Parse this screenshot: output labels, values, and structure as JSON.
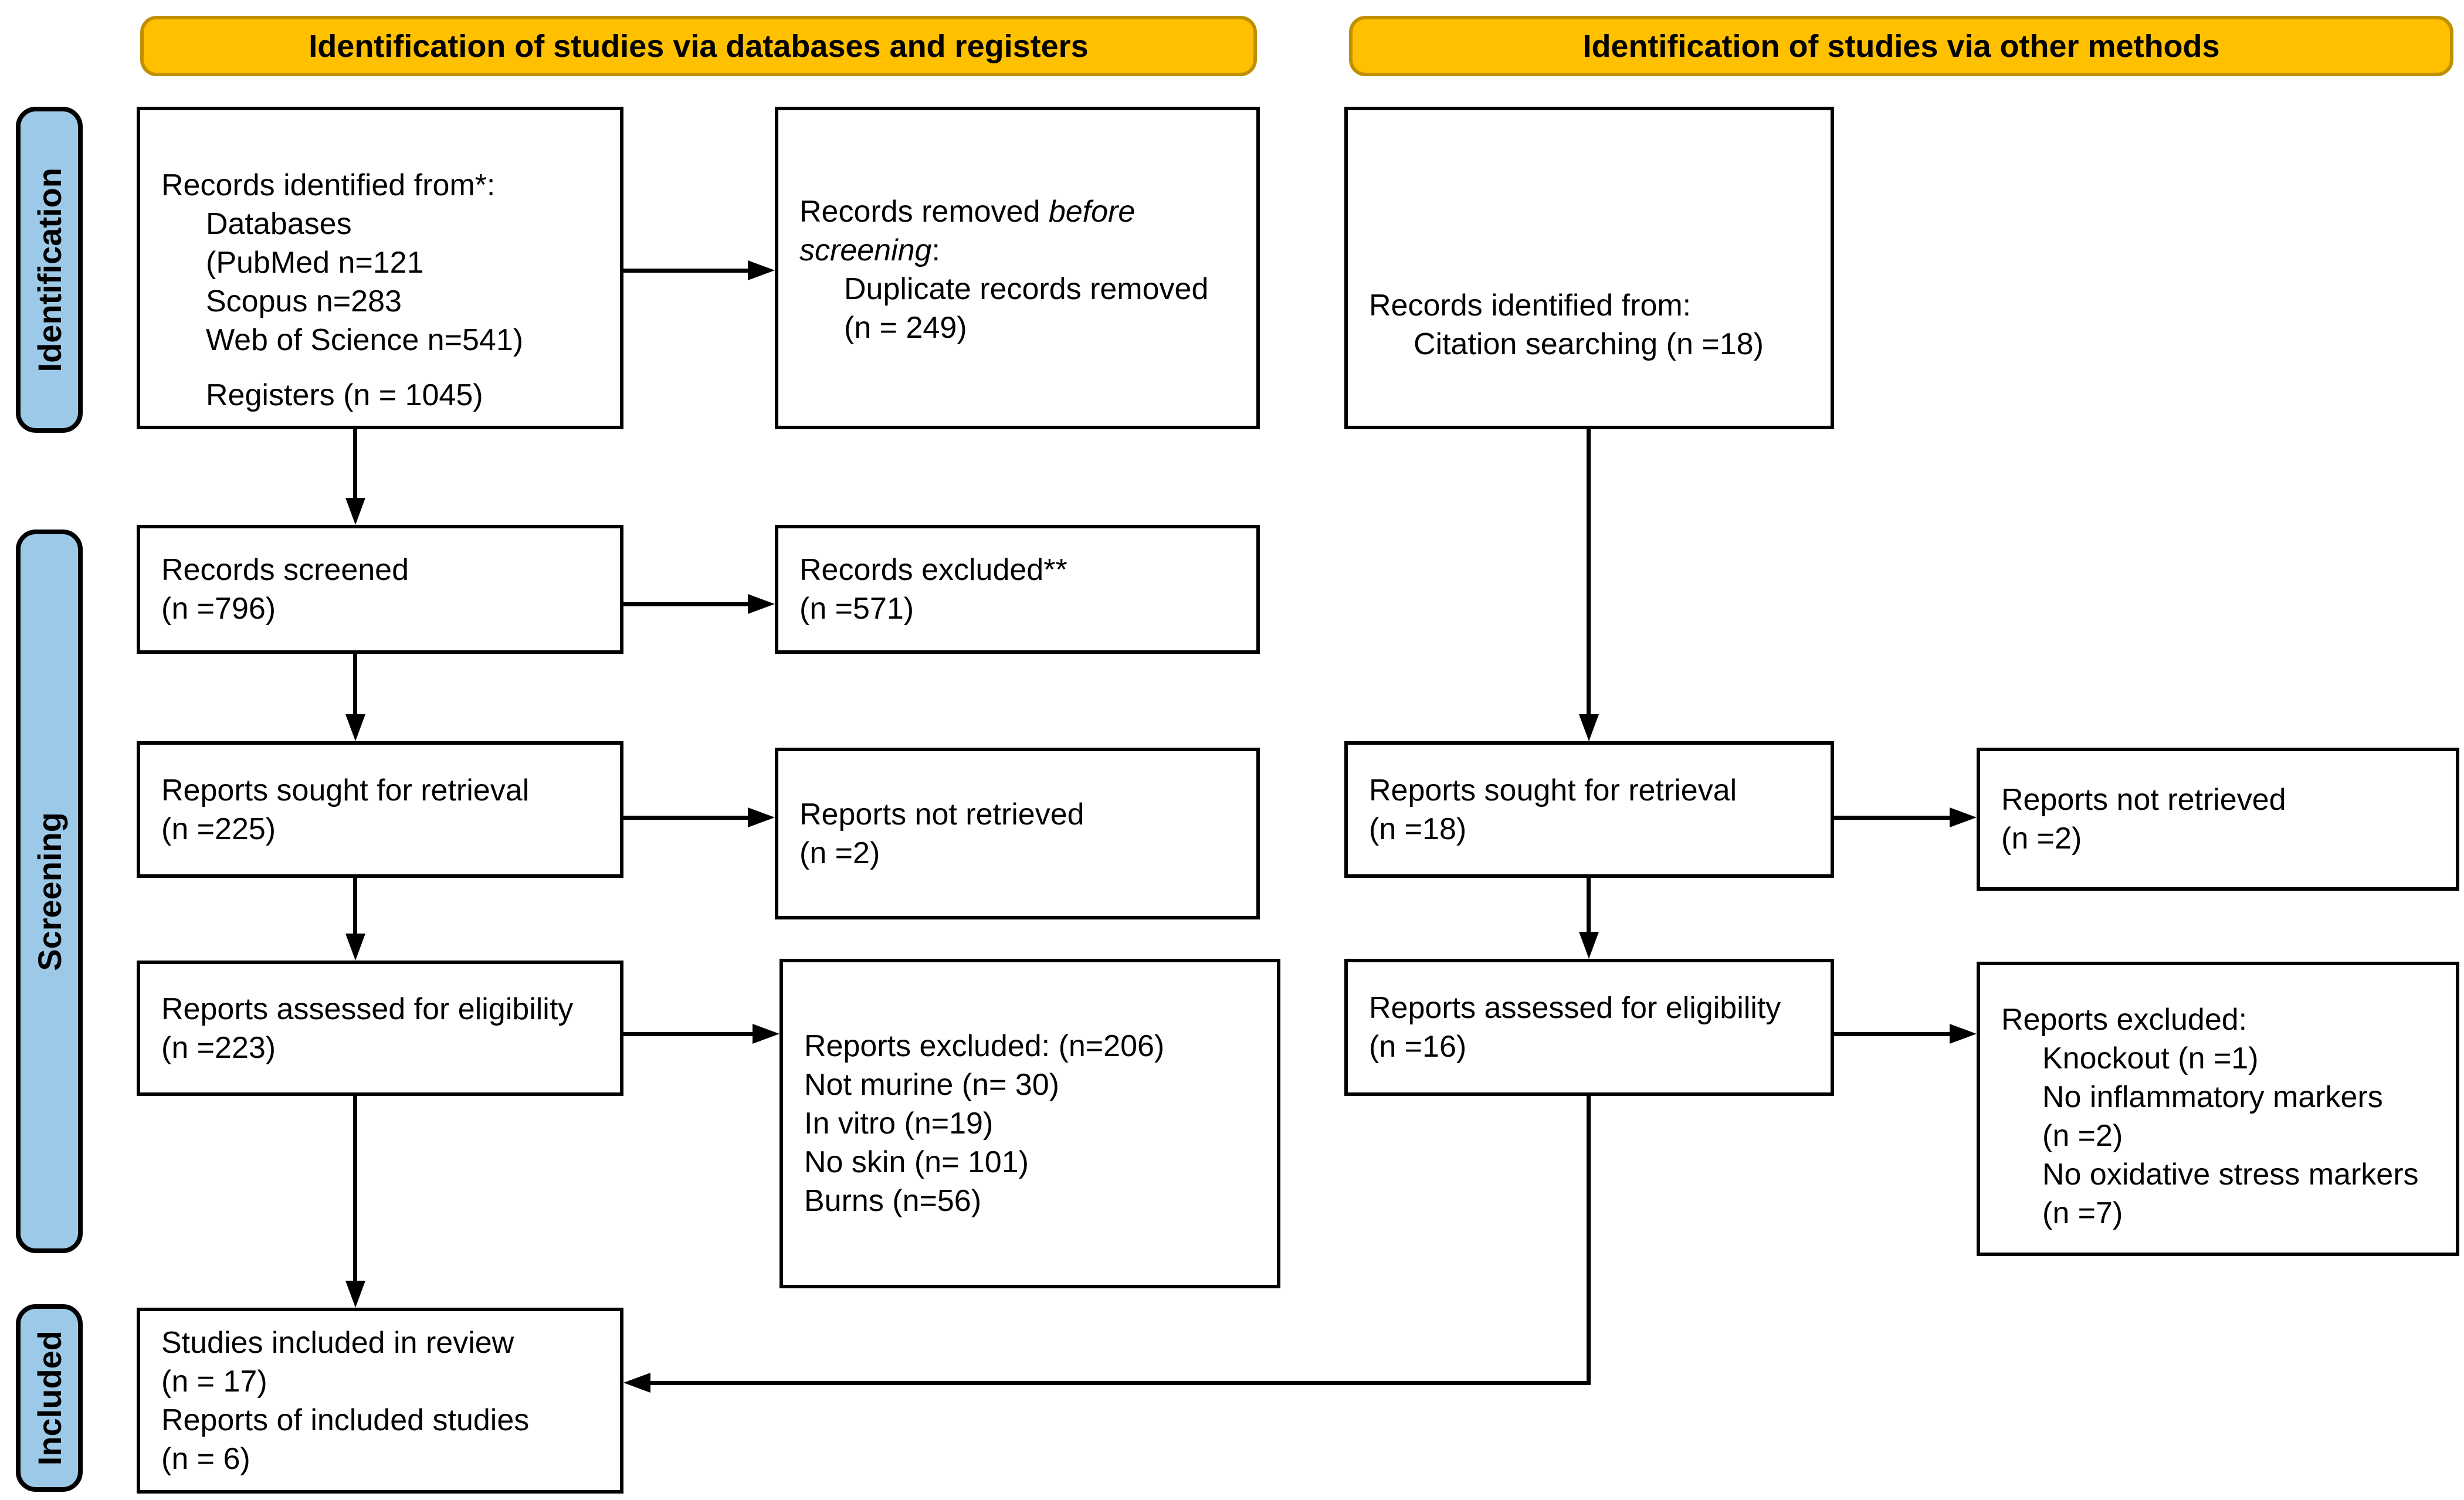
{
  "colors": {
    "banner_fill": "#FFC000",
    "banner_border": "#BF9000",
    "stage_fill": "#9DC9E8",
    "stage_border": "#000000",
    "box_border": "#000000",
    "arrow": "#000000",
    "background": "#FFFFFF"
  },
  "banners": {
    "databases": "Identification of studies via databases and registers",
    "other": "Identification of studies via other methods"
  },
  "stages": {
    "identification": "Identification",
    "screening": "Screening",
    "included": "Included"
  },
  "boxes": {
    "records_identified_db": {
      "lines": [
        "Records identified from*:",
        "Databases",
        "(PubMed n=121",
        "Scopus n=283",
        "Web of Science n=541)",
        "Registers (n = 1045)"
      ]
    },
    "records_removed": {
      "line1_normal": "Records removed ",
      "line1_italic": "before",
      "line2_italic": "screening",
      "line2_normal": ":",
      "lines": [
        "Duplicate records removed",
        "(n = 249)"
      ]
    },
    "records_identified_citation": {
      "lines": [
        "Records identified from:",
        "Citation searching (n =18)"
      ]
    },
    "records_screened": {
      "lines": [
        "Records screened",
        "(n =796)"
      ]
    },
    "records_excluded": {
      "lines": [
        "Records excluded**",
        "(n =571)"
      ]
    },
    "reports_sought_db": {
      "lines": [
        "Reports sought for retrieval",
        "(n =225)"
      ]
    },
    "reports_not_retrieved_db": {
      "lines": [
        "Reports not retrieved",
        "(n =2)"
      ]
    },
    "reports_assessed_db": {
      "lines": [
        "Reports assessed for eligibility",
        "(n =223)"
      ]
    },
    "reports_excluded_db": {
      "lines": [
        "Reports excluded: (n=206)",
        "Not murine (n= 30)",
        "In vitro (n=19)",
        "No skin (n= 101)",
        "Burns (n=56)"
      ]
    },
    "reports_sought_other": {
      "lines": [
        "Reports sought for retrieval",
        "(n =18)"
      ]
    },
    "reports_not_retrieved_other": {
      "lines": [
        "Reports not retrieved",
        "(n =2)"
      ]
    },
    "reports_assessed_other": {
      "lines": [
        "Reports assessed for eligibility",
        "(n =16)"
      ]
    },
    "reports_excluded_other": {
      "lines": [
        "Reports excluded:",
        "Knockout (n =1)",
        "No inflammatory markers",
        "(n =2)",
        "No oxidative stress markers",
        "(n =7)"
      ]
    },
    "studies_included": {
      "lines": [
        "Studies included in review",
        "(n = 17)",
        "Reports of included studies",
        "(n = 6)"
      ]
    }
  }
}
